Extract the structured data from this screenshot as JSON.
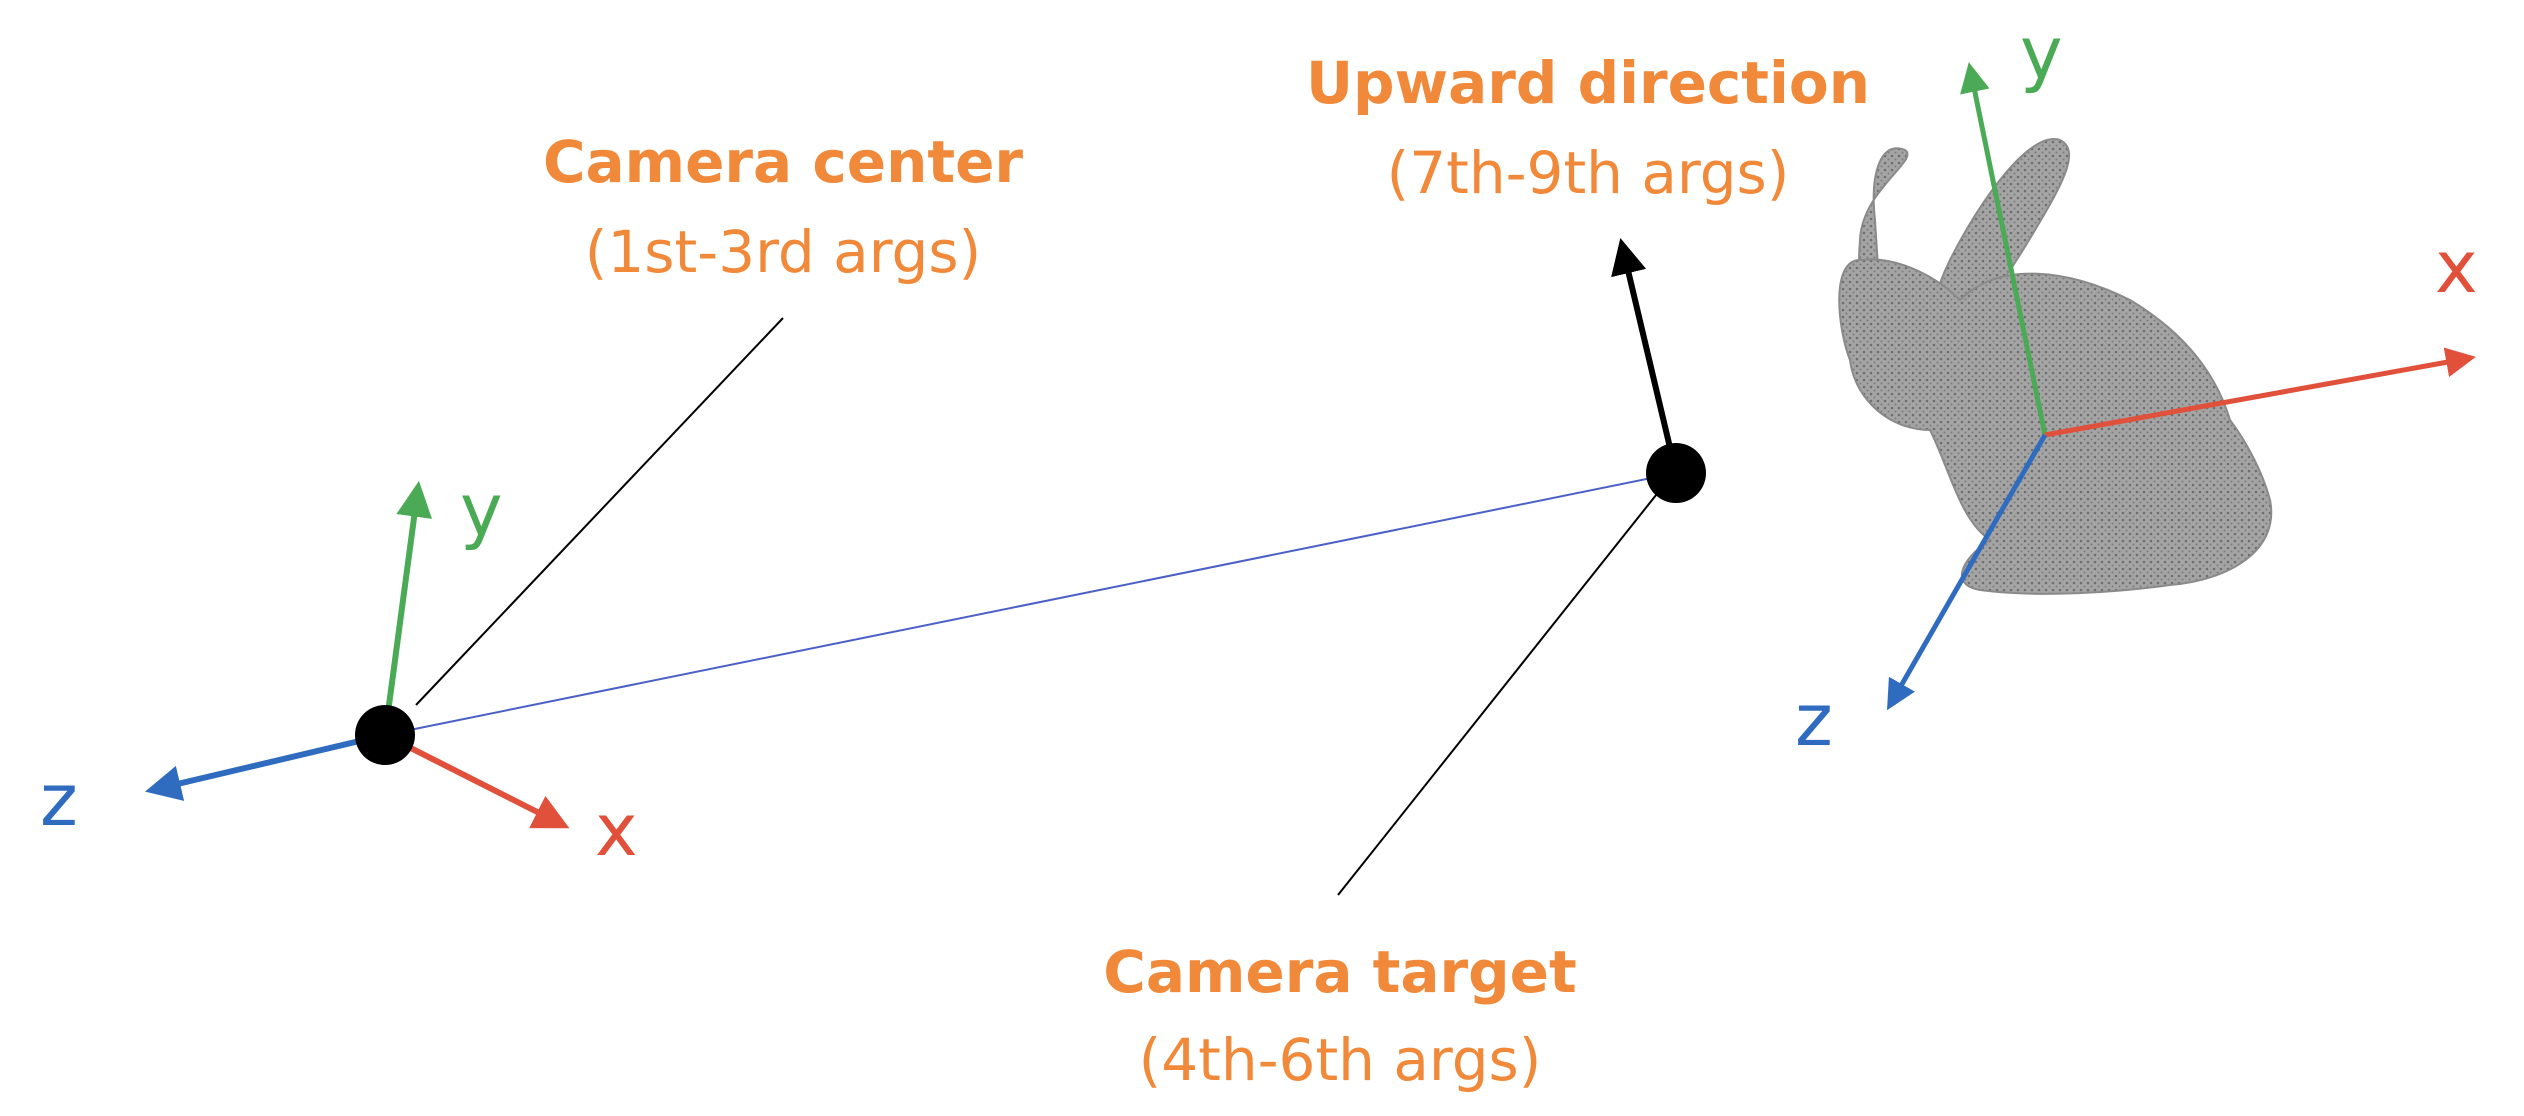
{
  "colors": {
    "annotation": "#f0893a",
    "x_axis": "#e0503a",
    "y_axis": "#4aaa55",
    "z_axis": "#2f6cc0",
    "point": "#000000",
    "link_line": "#4a60c8",
    "bunny": "#a8a8a8"
  },
  "labels": {
    "camera_center_title": "Camera center",
    "camera_center_args": "(1st-3rd args)",
    "camera_target_title": "Camera target",
    "camera_target_args": "(4th-6th args)",
    "upward_title": "Upward direction",
    "upward_args": "(7th-9th args)"
  },
  "camera_axes": {
    "x": "x",
    "y": "y",
    "z": "z"
  },
  "world_axes": {
    "x": "x",
    "y": "y",
    "z": "z"
  },
  "icons": {
    "object": "bunny-icon"
  }
}
